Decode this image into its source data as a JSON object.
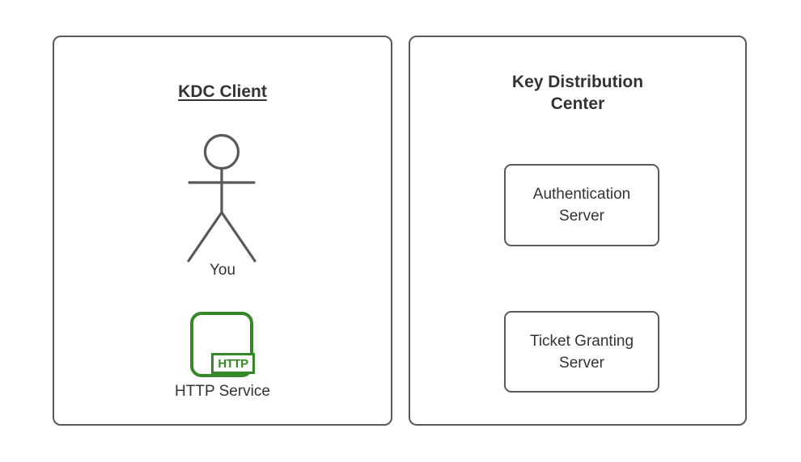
{
  "colors": {
    "accent_green": "#368727",
    "stroke_gray": "#595959",
    "panel_border": "#595959",
    "text_dark": "#333333"
  },
  "left_panel": {
    "title": "KDC Client",
    "actor_label": "You",
    "http_icon_badge": "HTTP",
    "http_service_label": "HTTP Service"
  },
  "right_panel": {
    "title": "Key Distribution Center",
    "boxes": [
      {
        "label": "Authentication Server"
      },
      {
        "label": "Ticket Granting Server"
      }
    ]
  }
}
